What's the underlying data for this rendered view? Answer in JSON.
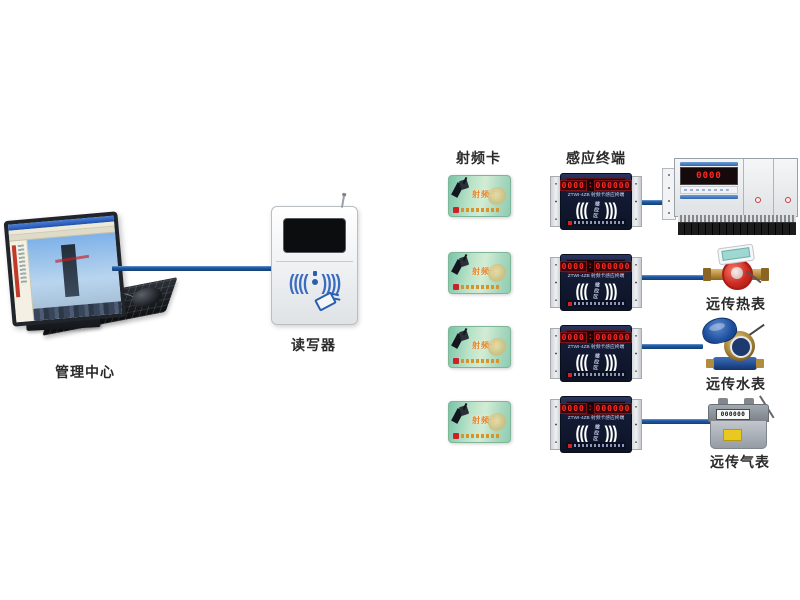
{
  "labels": {
    "management_center": "管理中心",
    "reader": "读写器",
    "rf_card_header": "射频卡",
    "terminal_header": "感应终端",
    "heat_meter": "远传热表",
    "water_meter": "远传水表",
    "gas_meter": "远传气表"
  },
  "card": {
    "title": "射频卡"
  },
  "terminal": {
    "display_left": "0000",
    "display_colon": ":",
    "display_right": "000000",
    "model": "ZTWI-4ZB 射频卡感应终端",
    "zone": "感应区",
    "waves_left": "(((",
    "waves_right": ")))"
  },
  "reader_device": {
    "waves_left": "((((",
    "waves_right": "))))"
  },
  "collector": {
    "display": "0000"
  },
  "gas_device": {
    "display": "000000"
  },
  "colors": {
    "line_blue": "#1e5aa9",
    "led_red": "#ff2a22",
    "card_green": "#a9dcbd",
    "terminal_navy": "#131b36"
  }
}
